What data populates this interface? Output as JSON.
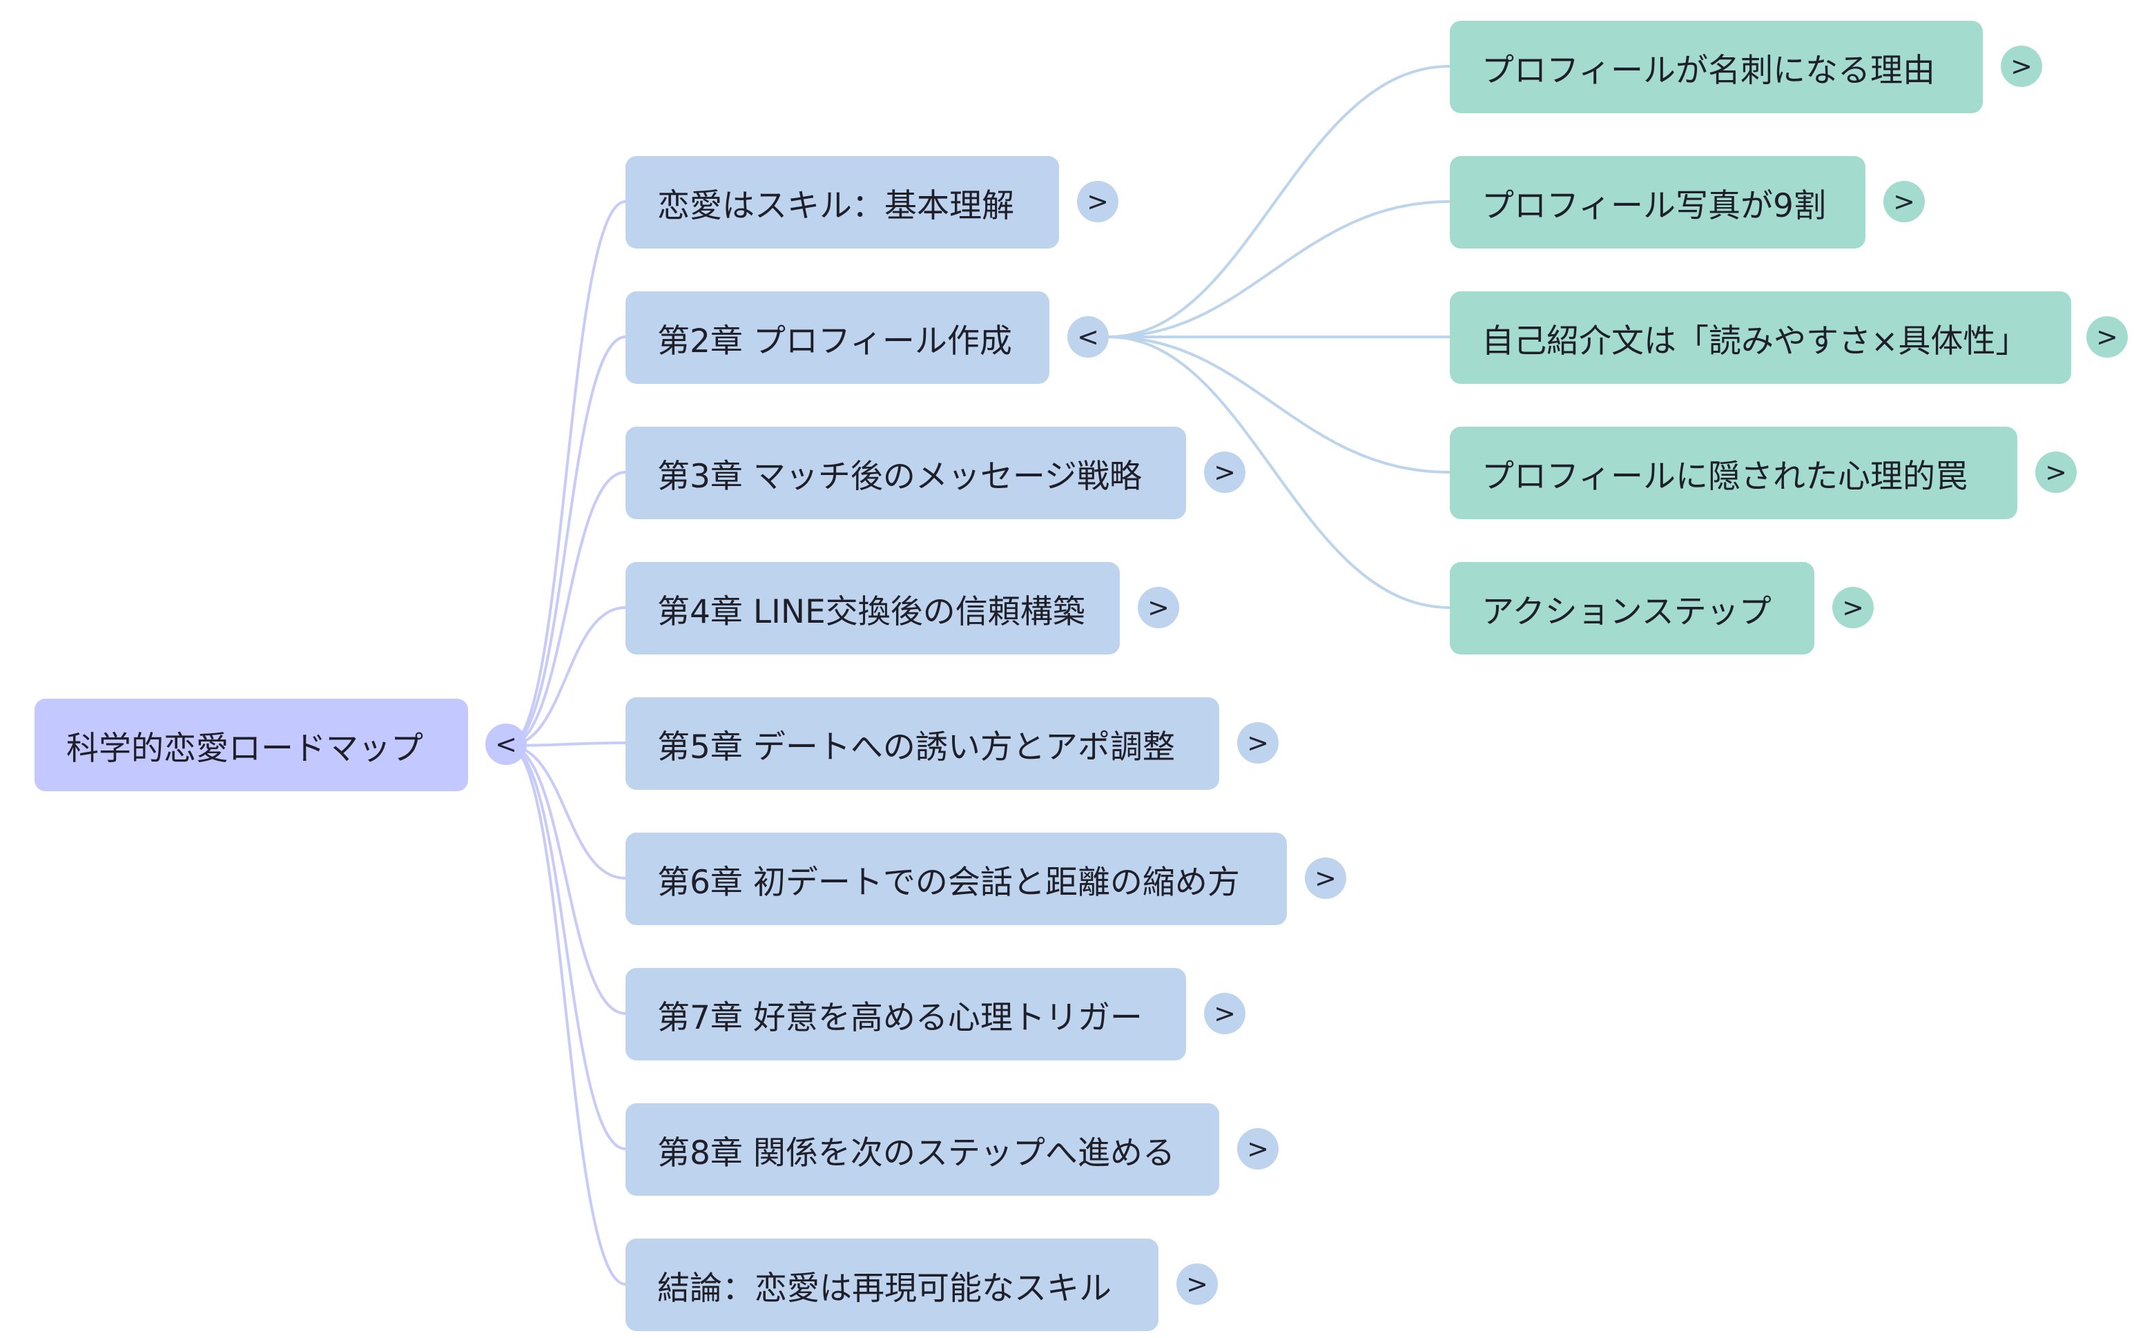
{
  "mindmap": {
    "root": {
      "label": "科学的恋愛ロードマップ",
      "toggle": "<"
    },
    "chapters": [
      {
        "label": "恋愛はスキル：基本理解",
        "toggle": ">"
      },
      {
        "label": "第2章 プロフィール作成",
        "toggle": "<"
      },
      {
        "label": "第3章 マッチ後のメッセージ戦略",
        "toggle": ">"
      },
      {
        "label": "第4章 LINE交換後の信頼構築",
        "toggle": ">"
      },
      {
        "label": "第5章 デートへの誘い方とアポ調整",
        "toggle": ">"
      },
      {
        "label": "第6章 初デートでの会話と距離の縮め方",
        "toggle": ">"
      },
      {
        "label": "第7章 好意を高める心理トリガー",
        "toggle": ">"
      },
      {
        "label": "第8章 関係を次のステップへ進める",
        "toggle": ">"
      },
      {
        "label": "結論：恋愛は再現可能なスキル",
        "toggle": ">"
      }
    ],
    "expanded_chapter_index": 1,
    "subtopics": [
      {
        "label": "プロフィールが名刺になる理由",
        "toggle": ">"
      },
      {
        "label": "プロフィール写真が9割",
        "toggle": ">"
      },
      {
        "label": "自己紹介文は「読みやすさ×具体性」",
        "toggle": ">"
      },
      {
        "label": "プロフィールに隠された心理的罠",
        "toggle": ">"
      },
      {
        "label": "アクションステップ",
        "toggle": ">"
      }
    ]
  },
  "colors": {
    "root_fill": "#c3c8ff",
    "chapter_fill": "#bdd3ee",
    "subtopic_fill": "#a3dccf",
    "root_link": "#c8cbf7",
    "chapter_link": "#bcd4ec"
  }
}
